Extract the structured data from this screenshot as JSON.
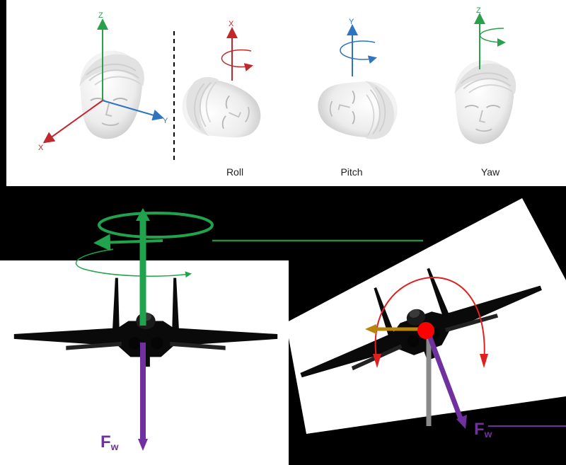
{
  "top_panel": {
    "axes_labels": {
      "z": "Z",
      "y": "Y",
      "x": "X"
    },
    "roll": {
      "label": "Roll",
      "axis": "X"
    },
    "pitch": {
      "label": "Pitch",
      "axis": "Y"
    },
    "yaw": {
      "label": "Yaw",
      "axis": "Z"
    }
  },
  "bottom_panel": {
    "left_force_label": {
      "main": "F",
      "sub": "w"
    },
    "right_force_label": {
      "main": "F",
      "sub": "w"
    }
  },
  "colors": {
    "x_axis": "#c0282c",
    "y_axis": "#2f74c0",
    "z_axis": "#2aa04a",
    "yaw_green": "#1fa34c",
    "force_purple": "#7030a0",
    "roll_red": "#e02020",
    "lift_gold": "#b8860b",
    "center_red": "#ff0000",
    "weight_gray": "#8a8a8a",
    "jet": "#0a0a0a"
  },
  "icons": [
    "head-icon",
    "jet-icon"
  ]
}
